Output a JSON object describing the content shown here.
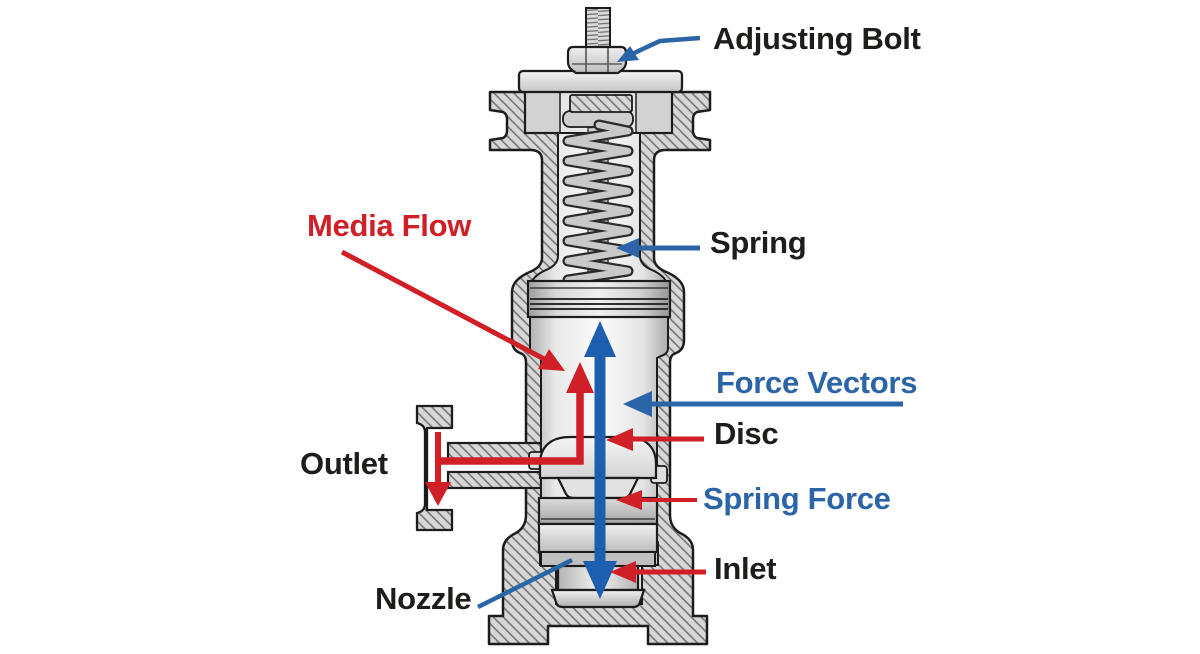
{
  "diagram": {
    "subject": "pressure-relief-valve-cross-section",
    "labels": {
      "adjusting_bolt": "Adjusting Bolt",
      "spring": "Spring",
      "media_flow": "Media Flow",
      "force_vectors": "Force Vectors",
      "disc": "Disc",
      "outlet": "Outlet",
      "spring_force": "Spring Force",
      "inlet": "Inlet",
      "nozzle": "Nozzle"
    },
    "colors": {
      "label_black": "#1d1d1b",
      "label_red": "#cf2027",
      "label_blue": "#2b65a8",
      "arrow_red": "#d01f27",
      "arrow_blue": "#1d5fae",
      "metal_light": "#efefef",
      "metal_dark": "#9e9e9e",
      "hatch_fill": "#d7d7d7",
      "outline": "#1c1c1c",
      "background": "#ffffff"
    }
  }
}
